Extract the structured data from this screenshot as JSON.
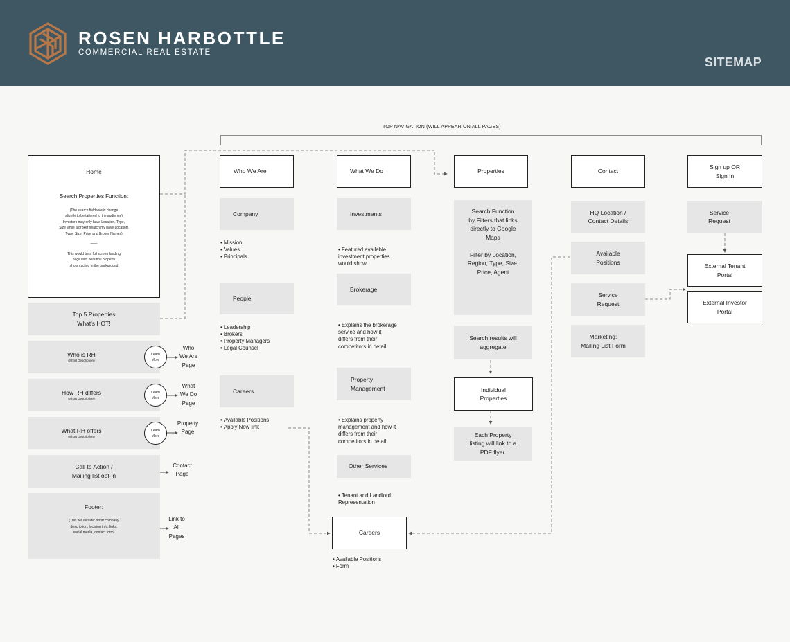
{
  "header": {
    "brand_name": "ROSEN HARBOTTLE",
    "brand_sub": "COMMERCIAL REAL ESTATE",
    "page_label": "SITEMAP",
    "bg_color": "#3e5763",
    "logo_color": "#b87748"
  },
  "top_nav_label": "TOP NAVIGATION (WILL APPEAR ON ALL PAGES)",
  "home": {
    "title": "Home",
    "search_title": "Search Properties Function:",
    "search_note": "(The search field would change\nslightly to be tailored to the audience)\nInvestors may only have Location, Type,\nSize while a broker search my have Location,\nType, Size, Price and Broker Names)",
    "divider": "——",
    "landing_note": "This would be a full screen landing\npage with beautiful property\nshots cycling in the background"
  },
  "home_sections": {
    "top5": "Top 5 Properties\nWhat's HOT!",
    "who": "Who is RH",
    "how": "How RH differs",
    "what": "What RH offers",
    "short_desc": "(Short Description)",
    "learn_more": "Learn\nMore",
    "cta": "Call to Action /\nMailing list opt-in",
    "footer_title": "Footer:",
    "footer_note": "(This will include: short company\ndescription, location info, links,\nsocial media, contact form)"
  },
  "home_links": {
    "who": "Who\nWe Are\nPage",
    "what_we_do": "What\nWe Do\nPage",
    "property": "Property\nPage",
    "contact": "Contact\nPage",
    "all_pages": "Link to\nAll\nPages"
  },
  "nav": {
    "who_we_are": "Who We Are",
    "what_we_do": "What We Do",
    "properties": "Properties",
    "contact": "Contact",
    "signup": "Sign up OR\nSign In"
  },
  "who_we_are": {
    "company": "Company",
    "company_notes": [
      "Mission",
      "Values",
      "Principals"
    ],
    "people": "People",
    "people_notes": [
      "Leadership",
      "Brokers",
      "Property Managers",
      "Legal Counsel"
    ],
    "careers": "Careers",
    "careers_notes": [
      "Available Positions",
      "Apply Now link"
    ]
  },
  "what_we_do": {
    "investments": "Investments",
    "investments_notes": [
      "Featured available\ninvestment properties\nwould show"
    ],
    "brokerage": "Brokerage",
    "brokerage_notes": [
      "Explains the brokerage\nservice and how it\ndiffers from their\ncompetitors in detail."
    ],
    "property_mgmt": "Property\nManagement",
    "property_mgmt_notes": [
      "Explains property\nmanagement and how it\ndiffers from their\ncompetitors in detail."
    ],
    "other_services": "Other Services",
    "other_notes": [
      "Tenant and Landlord\nRepresentation"
    ]
  },
  "properties": {
    "search": "Search Function\nby Filters that links\ndirectly to Google\nMaps\n\nFilter by Location,\nRegion, Type, Size,\nPrice, Agent",
    "results": "Search results will\naggregate",
    "individual": "Individual\nProperties",
    "pdf": "Each Property\nlisting will link to a\nPDF flyer."
  },
  "contact": {
    "hq": "HQ Location /\nContact Details",
    "positions": "Available\nPositions",
    "service": "Service\nRequest",
    "marketing": "Marketing:\nMailing List Form"
  },
  "signup": {
    "service": "Service\nRequest",
    "tenant": "External Tenant\nPortal",
    "investor": "External Investor\nPortal"
  },
  "careers_page": {
    "title": "Careers",
    "notes": [
      "Available Positions",
      "Form"
    ]
  }
}
